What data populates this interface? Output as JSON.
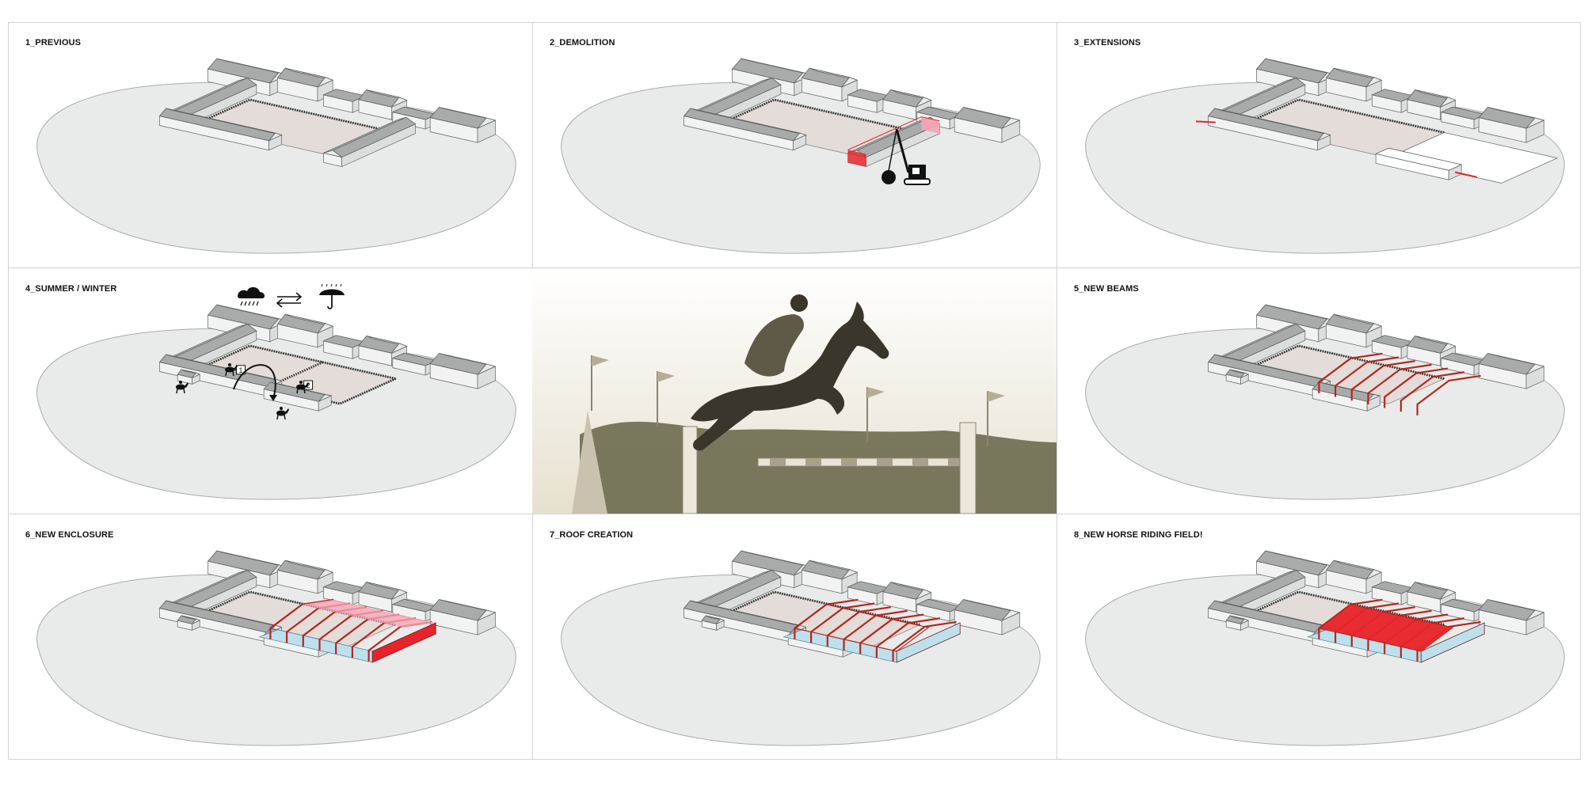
{
  "panels": [
    {
      "id": "p1",
      "title": "1_PREVIOUS",
      "step": "previous"
    },
    {
      "id": "p2",
      "title": "2_DEMOLITION",
      "step": "demolition"
    },
    {
      "id": "p3",
      "title": "3_EXTENSIONS",
      "step": "extensions"
    },
    {
      "id": "p4",
      "title": "4_SUMMER / WINTER",
      "step": "summer-winter"
    },
    {
      "id": "p5",
      "title": "",
      "step": "photo"
    },
    {
      "id": "p6",
      "title": "5_NEW BEAMS",
      "step": "beams"
    },
    {
      "id": "p7",
      "title": "6_NEW ENCLOSURE",
      "step": "enclosure"
    },
    {
      "id": "p8",
      "title": "7_ROOF CREATION",
      "step": "roof"
    },
    {
      "id": "p9",
      "title": "8_NEW HORSE RIDING FIELD!",
      "step": "field"
    }
  ],
  "arena_labels": {
    "one": "1",
    "two": "2"
  },
  "icons": {
    "weather": [
      "rain-cloud-icon",
      "swap-arrows-icon",
      "umbrella-icon"
    ]
  },
  "colors": {
    "accent": "#e8232a",
    "accent_light": "#f6a5b5",
    "ground": "#e9ebea",
    "roof_grey": "#a9abab",
    "wall": "#f2f2f2",
    "arena_floor": "#e4dcd8",
    "glass": "#bde0ec"
  }
}
